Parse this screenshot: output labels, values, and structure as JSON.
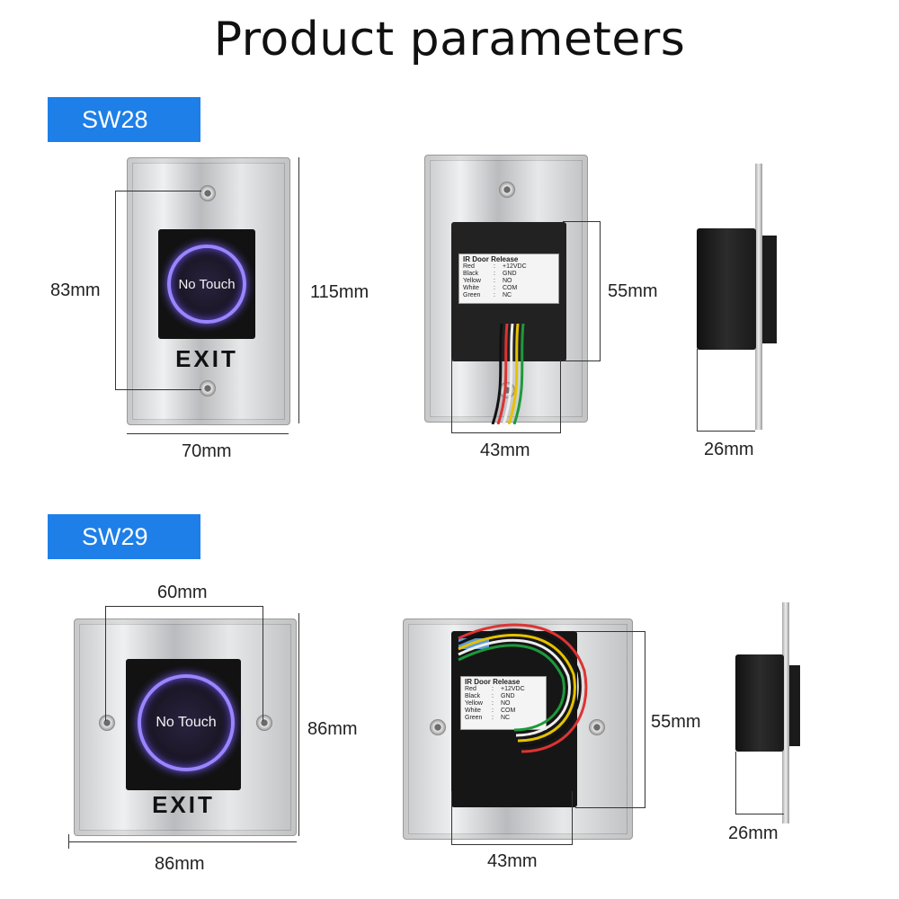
{
  "title": "Product parameters",
  "sections": [
    {
      "model": "SW28",
      "front": {
        "button_text": "No Touch",
        "exit_text": "EXIT",
        "dim_height_inner": "83mm",
        "dim_height_outer": "115mm",
        "dim_width": "70mm"
      },
      "back": {
        "module_title": "IR Door Release",
        "wiring": [
          [
            "Red",
            ":",
            "+12VDC"
          ],
          [
            "Black",
            ":",
            "GND"
          ],
          [
            "Yellow",
            ":",
            "NO"
          ],
          [
            "White",
            ":",
            "COM"
          ],
          [
            "Green",
            ":",
            "NC"
          ]
        ],
        "dim_height": "55mm",
        "dim_width": "43mm"
      },
      "side": {
        "dim_depth": "26mm"
      }
    },
    {
      "model": "SW29",
      "front": {
        "button_text": "No Touch",
        "exit_text": "EXIT",
        "dim_hole_spacing": "60mm",
        "dim_height": "86mm",
        "dim_width": "86mm"
      },
      "back": {
        "module_title": "IR Door Release",
        "wiring": [
          [
            "Red",
            ":",
            "+12VDC"
          ],
          [
            "Black",
            ":",
            "GND"
          ],
          [
            "Yellow",
            ":",
            "NO"
          ],
          [
            "White",
            ":",
            "COM"
          ],
          [
            "Green",
            ":",
            "NC"
          ]
        ],
        "dim_height": "55mm",
        "dim_width": "43mm"
      },
      "side": {
        "dim_depth": "26mm"
      }
    }
  ]
}
